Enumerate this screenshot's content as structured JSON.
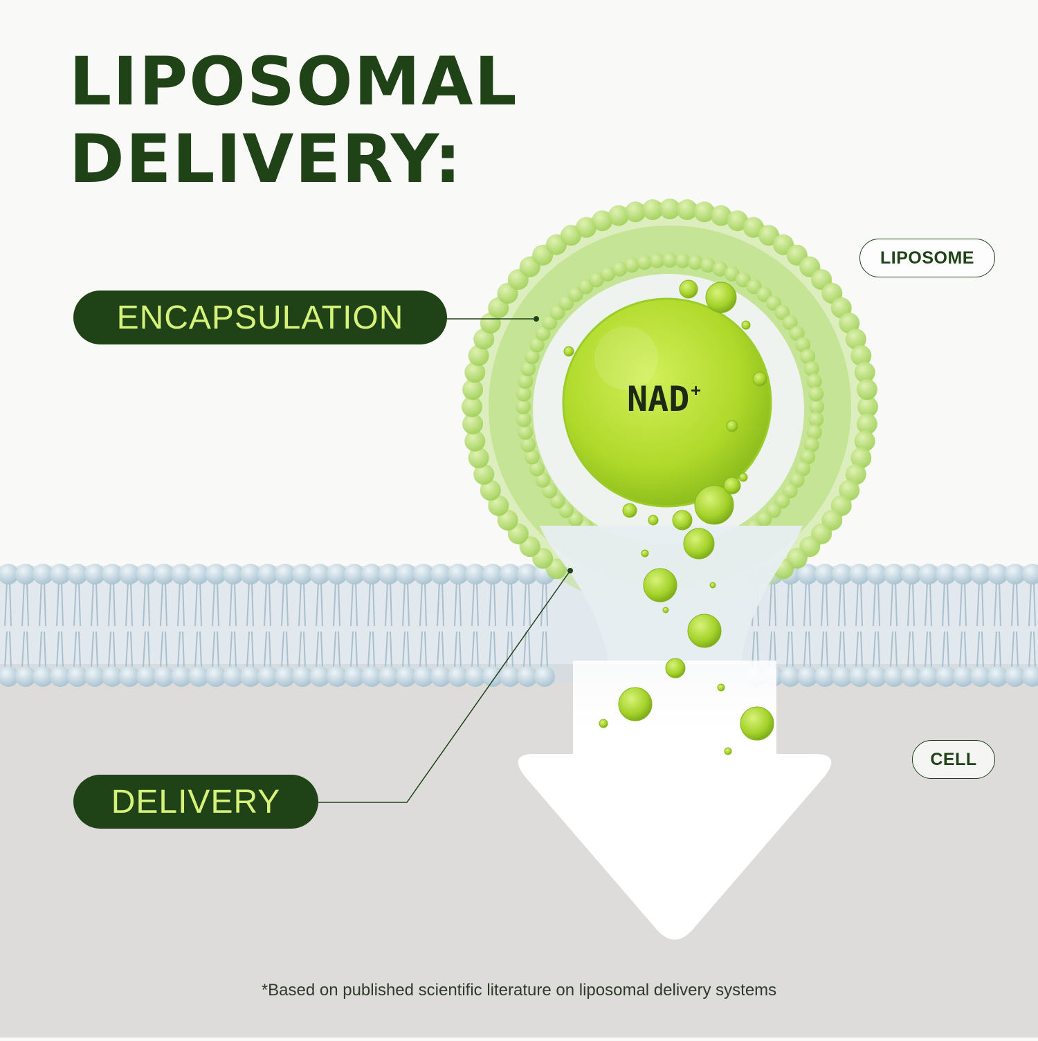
{
  "title": {
    "line1": "LIPOSOMAL",
    "line2": "DELIVERY:"
  },
  "labels": {
    "encapsulation": "ENCAPSULATION",
    "delivery": "DELIVERY",
    "liposome": "LIPOSOME",
    "cell": "CELL",
    "nad": "NAD",
    "nad_charge": "+"
  },
  "footnote": "*Based on published scientific literature on liposomal delivery systems",
  "colors": {
    "brand_dark_green": "#1f4217",
    "pill_text_lime": "#d6f27a",
    "liposome_green": "#a6d65a",
    "nad_core_green": "#b8e02a",
    "membrane_blue": "#b3ccd9",
    "cell_gray": "#dddcda",
    "page_background": "#f9f9f8"
  }
}
